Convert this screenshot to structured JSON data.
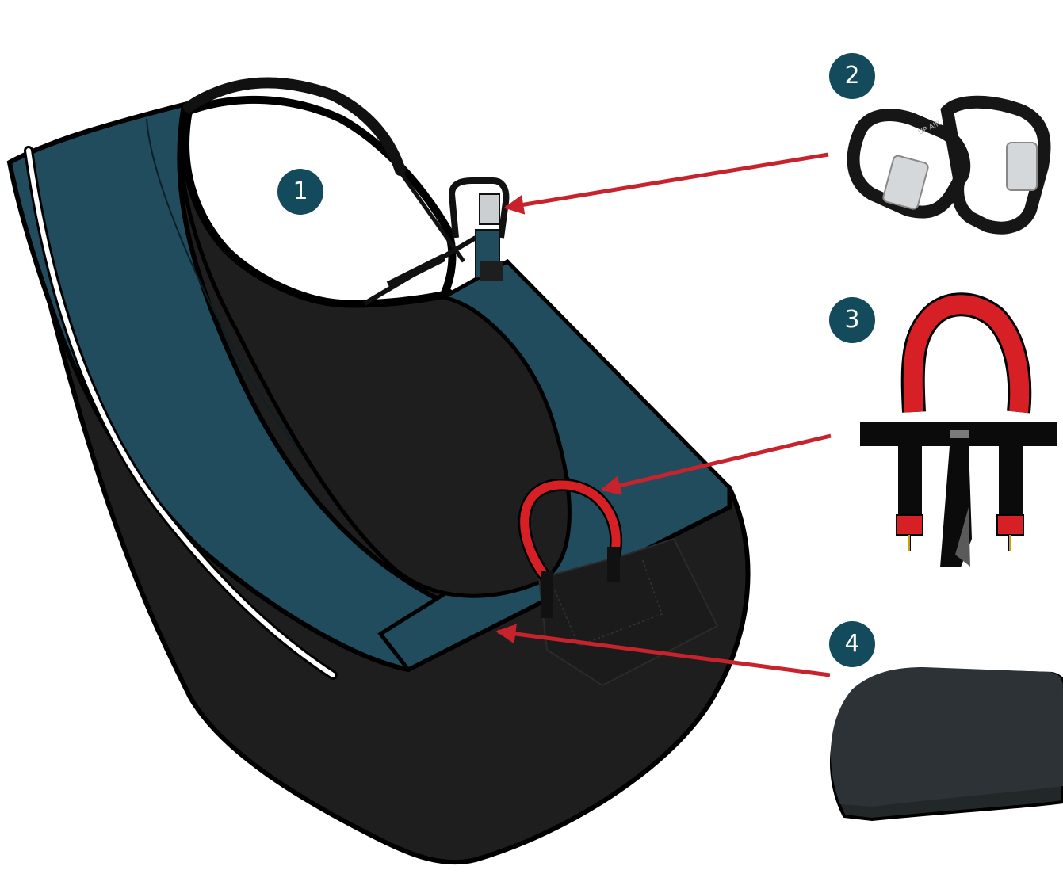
{
  "figure": {
    "callouts": [
      {
        "number": "1",
        "part": "harness"
      },
      {
        "number": "2",
        "part": "carabiners"
      },
      {
        "number": "3",
        "part": "reserve-handle"
      },
      {
        "number": "4",
        "part": "seat-plate"
      }
    ],
    "carabiner_engraving": "UP AIR",
    "colors": {
      "badge": "#134a5c",
      "harness_teal": "#214c5e",
      "harness_black": "#1e1e1e",
      "handle_red": "#d71f26",
      "arrow_red": "#c8232c",
      "seat_plate": "#2c3236",
      "carabiner_gate": "#d5d8da"
    }
  }
}
